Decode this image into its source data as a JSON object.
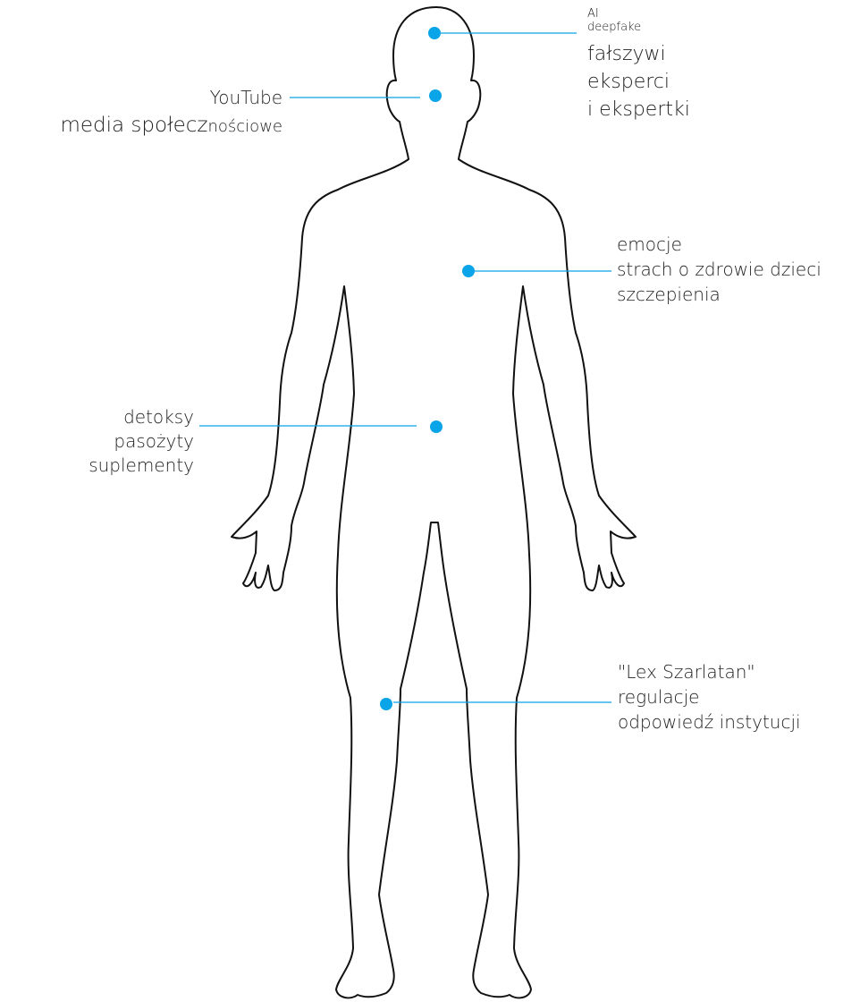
{
  "accent_color": "#0aa4e8",
  "outline_color": "#111111",
  "labels": {
    "head_right": {
      "line1": "AI",
      "line2": "deepfake",
      "line3": "fałszywi",
      "line4": "eksperci",
      "line5": "i ekspertki"
    },
    "head_left": {
      "line1": "YouTube",
      "line2_large": "media społecz",
      "line2_small": "nościowe"
    },
    "chest": {
      "line1": "emocje",
      "line2": "strach o zdrowie dzieci",
      "line3": "szczepienia"
    },
    "abdomen": {
      "line1": "detoksy",
      "line2": "pasożyty",
      "line3": "suplementy"
    },
    "leg": {
      "line1": "\"Lex Szarlatan\"",
      "line2": "regulacje",
      "line3": "odpowiedź instytucji"
    }
  }
}
